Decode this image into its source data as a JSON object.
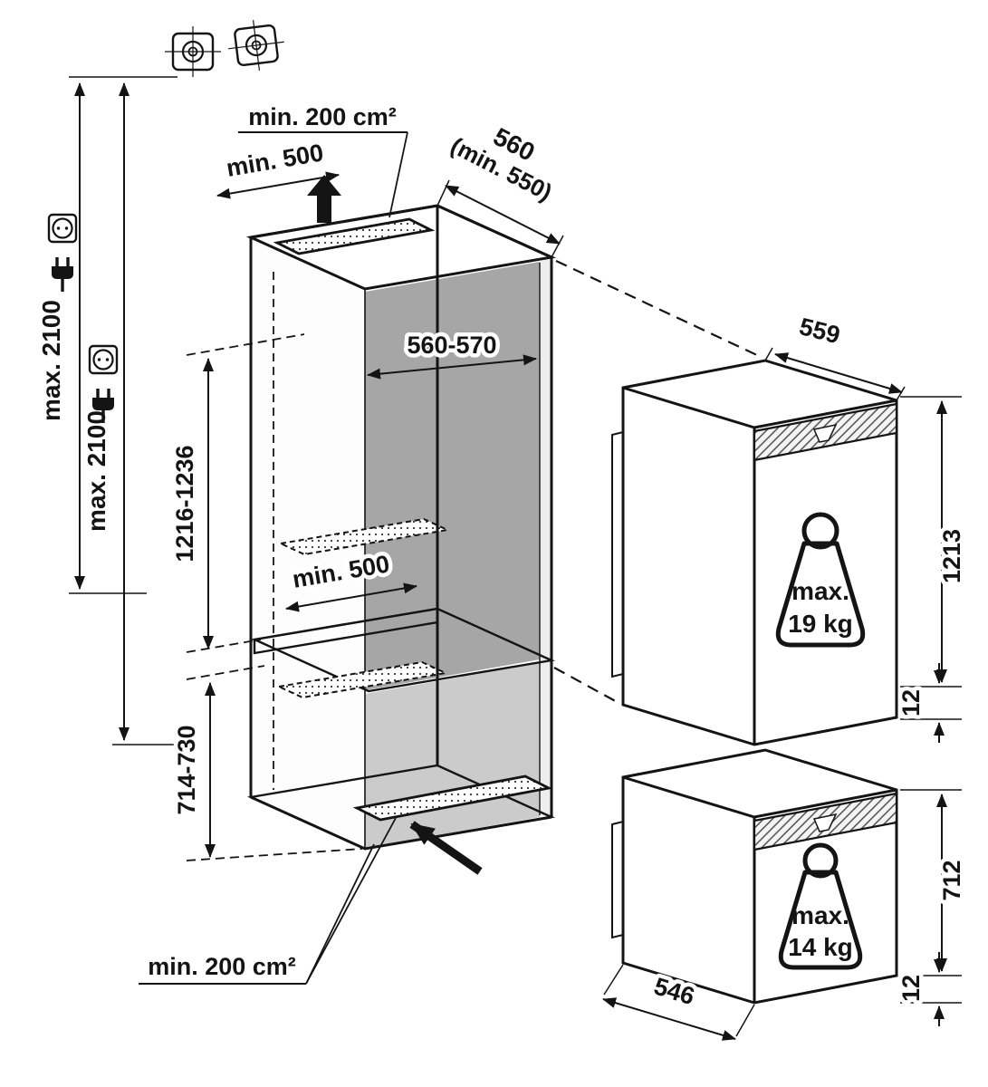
{
  "colors": {
    "line": "#141414",
    "back_wall_upper": "#a6a6a6",
    "back_wall_lower": "#cbcbcb",
    "right_wall": "#ededed"
  },
  "icons": {
    "mounting_bracket": "screw-mount-symbol",
    "power_socket": "socket-symbol",
    "power_plug": "plug-symbol",
    "airflow_up": "solid-arrow-up",
    "airflow_in": "solid-arrow-into-base",
    "weight": "kettlebell-weight-symbol"
  },
  "diagram": {
    "install": {
      "max_height_left": "max. 2100",
      "max_height_right": "max. 2100"
    },
    "niche": {
      "vent_top_label": "min. 200 cm²",
      "vent_bottom_label": "min. 200 cm²",
      "min_width_top": "min. 500",
      "min_width_mid": "min. 500",
      "depth_value": "560",
      "depth_min": "(min. 550)",
      "inner_width_range": "560-570",
      "upper_height_range": "1216-1236",
      "lower_height_range": "714-730"
    },
    "appliance_upper": {
      "width": "559",
      "height": "1213",
      "door_gap": "12",
      "weight_line1": "max.",
      "weight_line2": "19 kg"
    },
    "appliance_lower": {
      "height": "712",
      "door_gap": "12",
      "depth": "546",
      "weight_line1": "max.",
      "weight_line2": "14 kg"
    }
  }
}
